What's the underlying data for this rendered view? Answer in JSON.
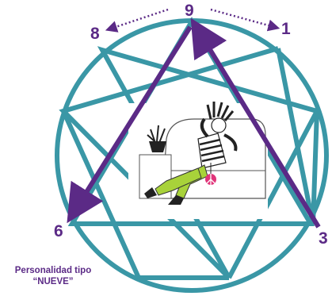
{
  "points": {
    "nine": "9",
    "one": "1",
    "three": "3",
    "six": "6",
    "eight": "8"
  },
  "caption": {
    "line1": "Personalidad tipo",
    "line2": "“NUEVE”"
  },
  "colors": {
    "ring": "#3a97a6",
    "arrow": "#5b2a86",
    "label": "#5b2a86",
    "pants": "#a8d23a",
    "peace": "#e0357a"
  },
  "icons": {
    "center": "lounging-figure-illustration",
    "arrows": "direction-arrow-icon",
    "dotted": "dotted-arrow-icon"
  }
}
